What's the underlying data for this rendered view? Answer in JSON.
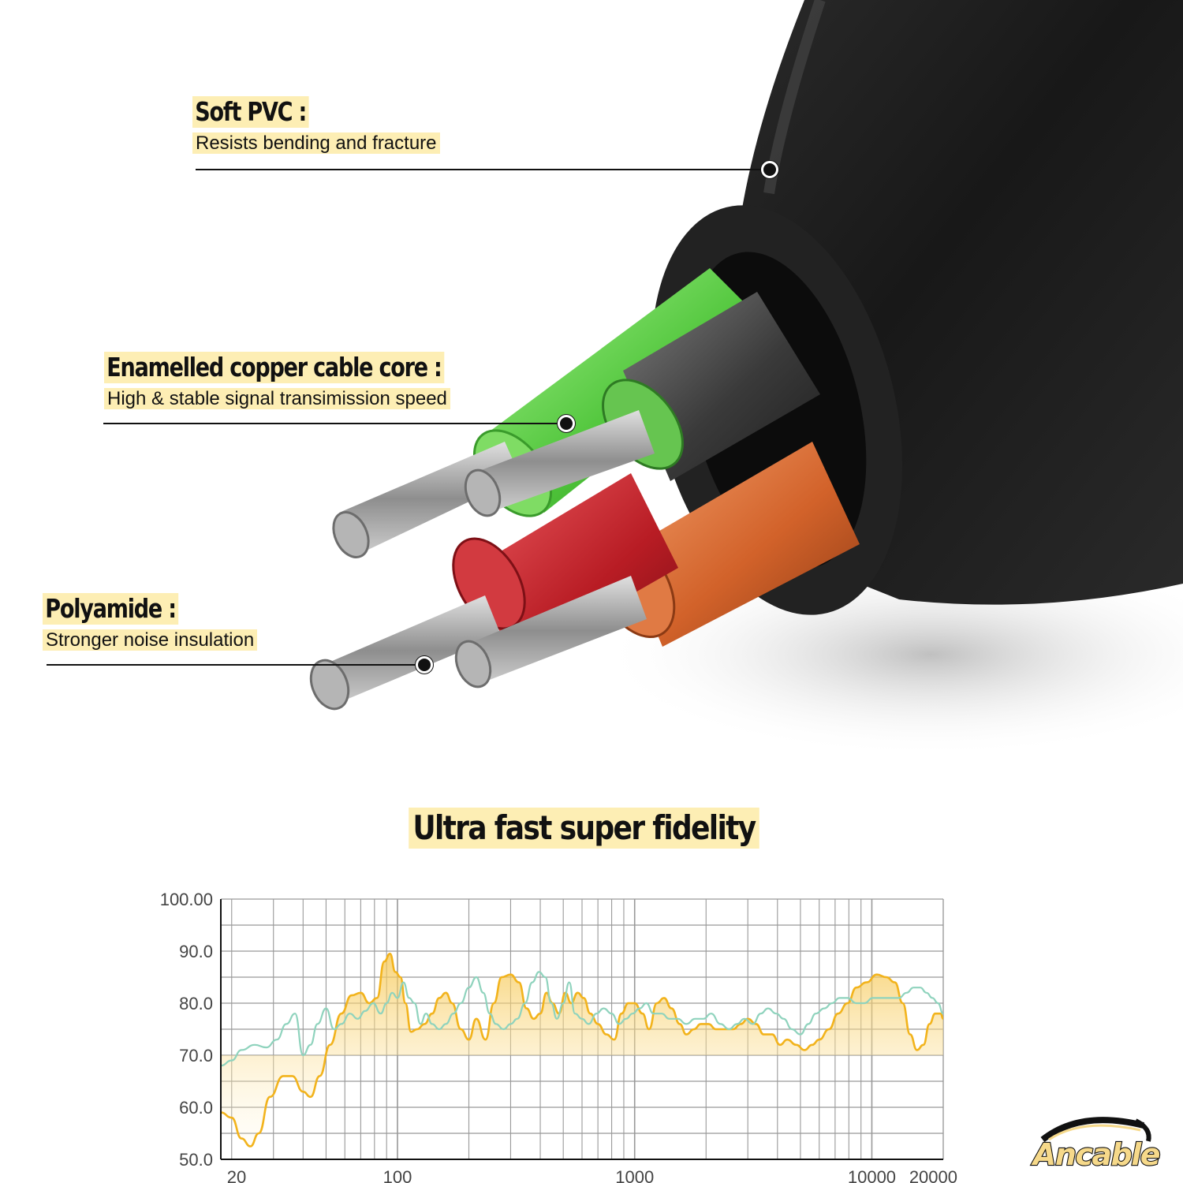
{
  "callouts": [
    {
      "id": "soft-pvc",
      "title": "Soft PVC :",
      "description": "Resists bending and fracture"
    },
    {
      "id": "copper-core",
      "title": "Enamelled copper cable core :",
      "description": "High & stable signal transimission speed"
    },
    {
      "id": "polyamide",
      "title": "Polyamide :",
      "description": "Stronger noise insulation"
    }
  ],
  "headline": "Ultra fast super fidelity",
  "brand": {
    "name": "Ancable"
  },
  "colors": {
    "highlight": "#fdeeb4",
    "cable_jacket": "#1c1c1c",
    "strand_green": "#5fd64a",
    "strand_red": "#c8202a",
    "strand_copper": "#d9692e",
    "strand_black": "#333333",
    "strand_silver": "#b5b5b5",
    "curve_orange": "#f2b31c",
    "curve_teal": "#8fd3bd",
    "grid": "#999999"
  },
  "chart_data": {
    "type": "line",
    "title": "",
    "xlabel": "",
    "ylabel": "",
    "x_scale": "log",
    "xlim": [
      18,
      20000
    ],
    "ylim": [
      50,
      100
    ],
    "y_ticks": [
      "50.0",
      "60.0",
      "70.0",
      "80.0",
      "90.0",
      "100.00"
    ],
    "x_ticks": [
      {
        "value": 20,
        "label": "20"
      },
      {
        "value": 100,
        "label": "100"
      },
      {
        "value": 1000,
        "label": "1000"
      },
      {
        "value": 10000,
        "label": "10000"
      },
      {
        "value": 20000,
        "label": "20000"
      }
    ],
    "grid": true,
    "series": [
      {
        "color": "#f2b31c",
        "filled": true,
        "points": [
          [
            18,
            59
          ],
          [
            20,
            58
          ],
          [
            22,
            54
          ],
          [
            24,
            52.5
          ],
          [
            26,
            55
          ],
          [
            29,
            62
          ],
          [
            33,
            66
          ],
          [
            36,
            66
          ],
          [
            40,
            63
          ],
          [
            43,
            62
          ],
          [
            47,
            66
          ],
          [
            52,
            72
          ],
          [
            58,
            78
          ],
          [
            64,
            81.5
          ],
          [
            70,
            82
          ],
          [
            76,
            80
          ],
          [
            82,
            81
          ],
          [
            88,
            88
          ],
          [
            93,
            89.5
          ],
          [
            98,
            86
          ],
          [
            103,
            85
          ],
          [
            108,
            80
          ],
          [
            114,
            74.5
          ],
          [
            121,
            75
          ],
          [
            130,
            76
          ],
          [
            140,
            78
          ],
          [
            150,
            81
          ],
          [
            160,
            82
          ],
          [
            170,
            80
          ],
          [
            185,
            75
          ],
          [
            200,
            73
          ],
          [
            215,
            77
          ],
          [
            235,
            73
          ],
          [
            255,
            80
          ],
          [
            275,
            85
          ],
          [
            300,
            85.5
          ],
          [
            325,
            84
          ],
          [
            350,
            79
          ],
          [
            375,
            77
          ],
          [
            400,
            78
          ],
          [
            425,
            82
          ],
          [
            450,
            80
          ],
          [
            480,
            78
          ],
          [
            510,
            82
          ],
          [
            540,
            80
          ],
          [
            575,
            82
          ],
          [
            610,
            81
          ],
          [
            650,
            78
          ],
          [
            700,
            76
          ],
          [
            760,
            74
          ],
          [
            820,
            73
          ],
          [
            880,
            78
          ],
          [
            940,
            80
          ],
          [
            1000,
            80
          ],
          [
            1080,
            78
          ],
          [
            1150,
            75
          ],
          [
            1240,
            80
          ],
          [
            1330,
            81
          ],
          [
            1430,
            79
          ],
          [
            1550,
            76
          ],
          [
            1650,
            74
          ],
          [
            1780,
            75
          ],
          [
            1900,
            76
          ],
          [
            2050,
            76
          ],
          [
            2200,
            75
          ],
          [
            2400,
            75
          ],
          [
            2600,
            75
          ],
          [
            2800,
            76
          ],
          [
            3000,
            77
          ],
          [
            3250,
            76
          ],
          [
            3500,
            74
          ],
          [
            3800,
            74
          ],
          [
            4100,
            72
          ],
          [
            4400,
            73
          ],
          [
            4800,
            72
          ],
          [
            5200,
            71
          ],
          [
            5600,
            72
          ],
          [
            6000,
            73
          ],
          [
            6600,
            75
          ],
          [
            7200,
            78
          ],
          [
            7900,
            80
          ],
          [
            8600,
            83
          ],
          [
            9500,
            84
          ],
          [
            10500,
            85.5
          ],
          [
            11500,
            85
          ],
          [
            12500,
            84
          ],
          [
            13500,
            80
          ],
          [
            14500,
            74
          ],
          [
            15500,
            71
          ],
          [
            16500,
            72
          ],
          [
            17500,
            76
          ],
          [
            18500,
            78
          ],
          [
            19500,
            78
          ],
          [
            20000,
            77
          ]
        ]
      },
      {
        "color": "#8fd3bd",
        "filled": false,
        "points": [
          [
            18,
            68
          ],
          [
            20,
            69
          ],
          [
            22,
            71
          ],
          [
            25,
            72
          ],
          [
            28,
            71.5
          ],
          [
            31,
            73
          ],
          [
            34,
            76
          ],
          [
            37,
            78
          ],
          [
            40,
            70
          ],
          [
            43,
            72
          ],
          [
            46,
            76
          ],
          [
            50,
            79
          ],
          [
            54,
            75
          ],
          [
            58,
            76
          ],
          [
            63,
            78
          ],
          [
            68,
            77
          ],
          [
            73,
            78.5
          ],
          [
            79,
            80
          ],
          [
            85,
            78
          ],
          [
            90,
            80
          ],
          [
            95,
            82
          ],
          [
            100,
            81
          ],
          [
            106,
            84
          ],
          [
            112,
            81
          ],
          [
            118,
            80
          ],
          [
            125,
            76
          ],
          [
            132,
            78
          ],
          [
            140,
            76
          ],
          [
            150,
            75
          ],
          [
            160,
            76
          ],
          [
            172,
            78
          ],
          [
            185,
            80
          ],
          [
            200,
            83
          ],
          [
            215,
            85
          ],
          [
            230,
            82
          ],
          [
            245,
            78
          ],
          [
            260,
            76
          ],
          [
            280,
            75
          ],
          [
            300,
            76
          ],
          [
            320,
            77
          ],
          [
            345,
            80
          ],
          [
            370,
            84
          ],
          [
            395,
            86
          ],
          [
            420,
            85
          ],
          [
            445,
            80
          ],
          [
            470,
            77
          ],
          [
            500,
            80
          ],
          [
            530,
            84
          ],
          [
            560,
            78
          ],
          [
            600,
            77
          ],
          [
            640,
            76
          ],
          [
            690,
            78
          ],
          [
            740,
            79
          ],
          [
            800,
            78
          ],
          [
            860,
            76
          ],
          [
            920,
            77
          ],
          [
            980,
            78
          ],
          [
            1050,
            79
          ],
          [
            1120,
            80
          ],
          [
            1200,
            78
          ],
          [
            1300,
            78
          ],
          [
            1400,
            77
          ],
          [
            1520,
            77
          ],
          [
            1650,
            76
          ],
          [
            1800,
            77
          ],
          [
            1950,
            77
          ],
          [
            2100,
            78
          ],
          [
            2300,
            76
          ],
          [
            2500,
            75
          ],
          [
            2700,
            76
          ],
          [
            2900,
            77
          ],
          [
            3150,
            76
          ],
          [
            3400,
            78
          ],
          [
            3650,
            79
          ],
          [
            3950,
            78
          ],
          [
            4250,
            77
          ],
          [
            4600,
            75
          ],
          [
            5000,
            74
          ],
          [
            5400,
            76
          ],
          [
            5800,
            78
          ],
          [
            6300,
            79
          ],
          [
            6800,
            80
          ],
          [
            7300,
            81
          ],
          [
            7900,
            81
          ],
          [
            8600,
            80
          ],
          [
            9300,
            80
          ],
          [
            10100,
            81
          ],
          [
            11000,
            81
          ],
          [
            12000,
            81
          ],
          [
            13000,
            81
          ],
          [
            14000,
            82
          ],
          [
            15000,
            83
          ],
          [
            16000,
            83
          ],
          [
            17000,
            82
          ],
          [
            18000,
            81
          ],
          [
            19000,
            80
          ],
          [
            20000,
            78
          ]
        ]
      }
    ]
  }
}
